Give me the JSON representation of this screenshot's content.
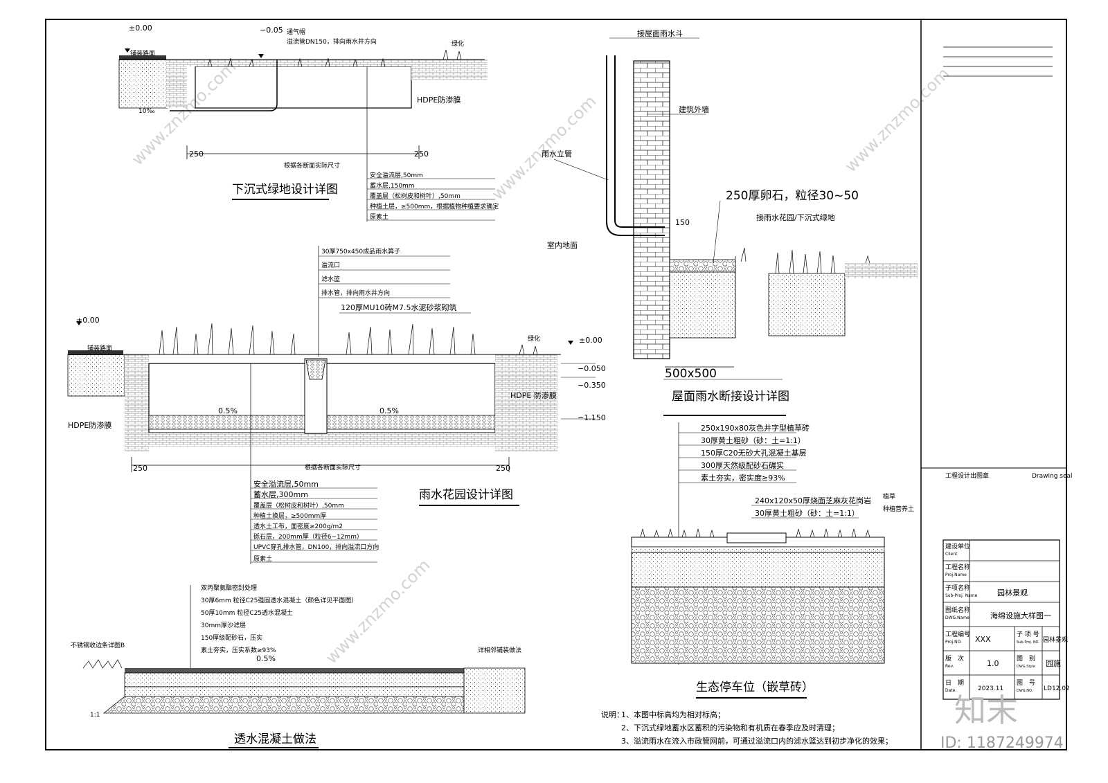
{
  "sunken": {
    "title": "下沉式绿地设计详图",
    "elev_top": "±0.00",
    "elev_inner": "−0.05",
    "vent_cap": "通气帽",
    "overflow_pipe": "溢流管DN150，排向雨水井方向",
    "paving": "铺装路面",
    "greening": "绿化",
    "slope": "10‰",
    "hdpe": "HDPE防渗膜",
    "dim_left": "250",
    "dim_right": "250",
    "dim_note": "根据各断面实际尺寸",
    "layers": [
      "安全溢流层,50mm",
      "蓄水层,150mm",
      "覆盖层（松树皮和树叶）,50mm",
      "种植土层，≥500mm，根据植物种植要求确定",
      "原素土"
    ]
  },
  "rain_garden": {
    "title": "雨水花园设计详图",
    "grate_layers": [
      "30厚750x450成品雨水箅子",
      "溢流口",
      "滤水篮",
      "排水管，排向雨水井方向"
    ],
    "wall": "120厚MU10砖M7.5水泥砂浆砌筑",
    "elev_left": "±0.00",
    "elev_right": "±0.00",
    "elev_1": "−0.050",
    "elev_2": "−0.350",
    "elev_3": "−1.150",
    "paving": "铺装路面",
    "greening": "绿化",
    "hdpe_right": "HDPE 防渗膜",
    "hdpe_left": "HDPE防渗膜",
    "slope_left": "0.5%",
    "slope_right": "0.5%",
    "dim_left": "250",
    "dim_right": "250",
    "dim_note": "根据各断面实际尺寸",
    "layers": [
      "安全溢流层,50mm",
      "蓄水层,300mm",
      "覆盖层（松树皮和树叶）,50mm",
      "种植土换层，≥500mm厚",
      "透水土工布，面密度≥200g/m2",
      "砾石层，200mm厚（粒径6−12mm）",
      "UPVC穿孔排水管，DN100，排向溢流口方向",
      "原素土"
    ]
  },
  "roof": {
    "title": "屋面雨水断接设计详图",
    "gutter": "接屋面雨水斗",
    "wall": "建筑外墙",
    "downpipe": "雨水立管",
    "floor": "室内地面",
    "pebble": "250厚卵石，粒径30~50",
    "connect": "接雨水花园/下沉式绿地",
    "dim_150": "150",
    "dim_box": "500x500"
  },
  "parking": {
    "title": "生态停车位（嵌草砖）",
    "layers": [
      "250x190x80灰色井字型植草砖",
      "30厚黄土粗砂（砂：土=1:1）",
      "150厚C20无砂大孔混凝土基层",
      "300厚天然级配砂石碾实",
      "素土夯实，密实度≥93%"
    ],
    "curb": [
      "240x120x50厚烧面芝麻灰花岗岩",
      "30厚黄土粗砂（砂：土=1:1）"
    ],
    "grass": "植草",
    "soil": "种植营养土"
  },
  "pervious": {
    "title": "透水混凝土做法",
    "layers": [
      "双丙聚氨酯密封处理",
      "30厚6mm 粒径C25强固透水混凝土（颜色详见平面图）",
      "50厚10mm 粒径C25透水混凝土",
      "30mm厚沙滤层",
      "150厚级配砂石，压实",
      "素土夯实，压实系数≥93%"
    ],
    "slope": "0.5%",
    "edge": "不锈钢收边条详图B",
    "paving_ref": "详相邻铺装做法",
    "ratio": "1:1"
  },
  "notes": {
    "head": "说明：",
    "items": [
      "1、本图中标高均为相对标高；",
      "2、下沉式绿地蓄水区蓄积的污染物和有机质在春季应及时清理；",
      "3、溢流雨水在流入市政管网前，可通过溢流口内的滤水篮达到初步净化的效果；"
    ]
  },
  "titleblock": {
    "seal_label": "工程设计出图章",
    "seal_en": "Drawing seal",
    "client_cn": "建设单位",
    "client_en": "Client",
    "proj_cn": "工程名称",
    "proj_en": "Proj.Name",
    "sub_cn": "子项名称",
    "sub_en": "Sub-Proj. Name",
    "sub_val": "园林景观",
    "dwg_cn": "图纸名称",
    "dwg_en": "DWG.Name",
    "dwg_val": "海绵设施大样图一",
    "no_cn": "工程编号",
    "no_en": "Proj.NO.",
    "no_val": "XXX",
    "subno_cn": "子 项 号",
    "subno_en": "Sub-Proj. NO.",
    "subno_val": "园林景观",
    "rev_cn": "版　次",
    "rev_en": "Rev.",
    "rev_val": "1.0",
    "type_cn": "图　别",
    "type_en": "DWG.Style",
    "type_val": "园施",
    "date_cn": "日　期",
    "date_en": "Date.",
    "date_val": "2023.11",
    "dno_cn": "图　号",
    "dno_en": "DWG.NO.",
    "dno_val": "LD12.02"
  },
  "watermark": {
    "logo": "知末",
    "id": "ID: 1187249974",
    "url": "www.znzmo.com"
  }
}
